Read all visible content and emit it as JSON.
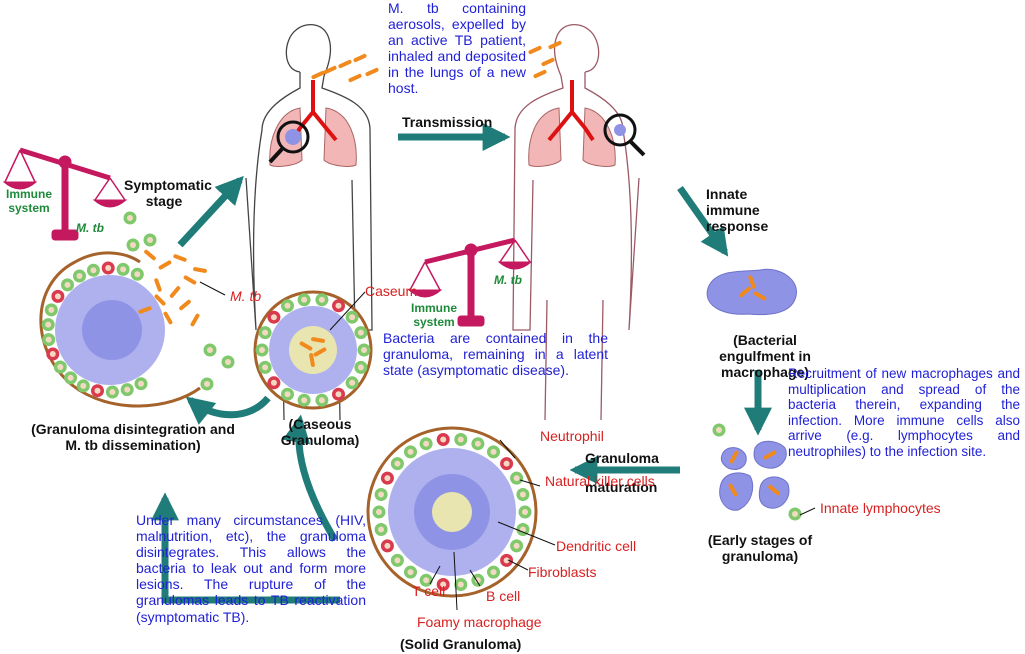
{
  "texts": {
    "aerosol": "M. tb containing aerosols, expelled by an active TB patient, inhaled and deposited in the lungs of a new host.",
    "transmission": "Transmission",
    "innate_response": "Innate immune response",
    "symptomatic_stage": "Symptomatic stage",
    "immune_system_left": "Immune system",
    "mtb_left_scale": "M. tb",
    "mtb_bacteria": "M. tb",
    "immune_system_center": "Immune system",
    "mtb_center_scale": "M. tb",
    "caseum": "Caseum",
    "latent_text": "Bacteria are contained in the granuloma, remaining in a latent state (asymptomatic disease).",
    "engulfment": "(Bacterial engulfment in macrophage)",
    "recruitment_text": "Recruitment of new macrophages and multiplication and spread of the bacteria therein, expanding the infection. More immune cells also arrive (e.g. lymphocytes and neutrophiles) to the infection site.",
    "innate_lymphocytes": "Innate lymphocytes",
    "early_stages": "(Early stages of granuloma)",
    "granuloma_maturation_1": "Granuloma",
    "granuloma_maturation_2": "maturation",
    "neutrophil": "Neutrophil",
    "nk_cells": "Natural killer cells",
    "dendritic_cell": "Dendritic cell",
    "fibroblasts": "Fibroblasts",
    "t_cell": "T cell",
    "b_cell": "B cell",
    "foamy_macrophage": "Foamy macrophage",
    "solid_granuloma": "(Solid Granuloma)",
    "caseous_granuloma": "(Caseous Granuloma)",
    "disintegration": "(Granuloma disintegration and M. tb dissemination)",
    "reactivation_text": "Under many circumstances (HIV, malnutrition, etc), the granuloma disintegrates. This allows the bacteria to leak out and form more lesions. The rupture of the granulomas leads to TB reactivation (symptomatic TB)."
  },
  "colors": {
    "arrow_teal": "#1f7c78",
    "scale_magenta": "#c4185f",
    "bacteria_orange": "#f08a1c",
    "macrophage_blue": "#8f93e6",
    "fibroblast_brown": "#a5622a",
    "lymphocyte_green": "#7fc96c",
    "label_blue": "#1f1fd6",
    "label_red": "#d92020",
    "label_green": "#1f8a3a"
  }
}
